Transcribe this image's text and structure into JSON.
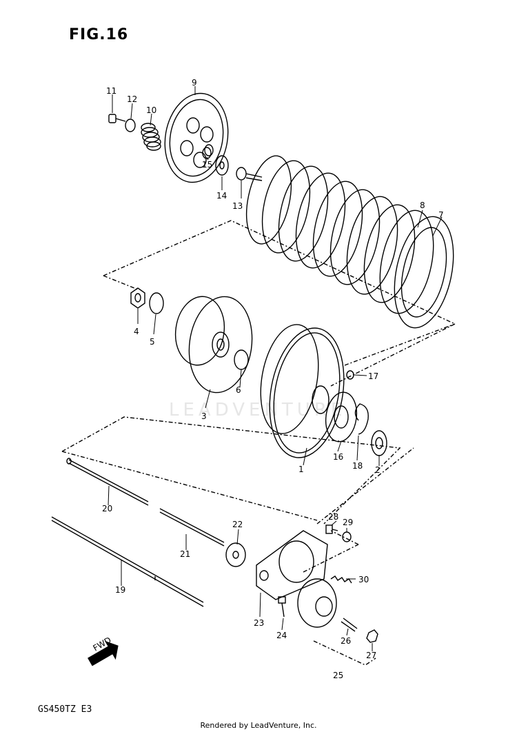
{
  "title": "FIG.16",
  "model_code": "GS450TZ  E3",
  "footer": "Rendered by LeadVenture, Inc.",
  "watermark": "LEADVENTURE",
  "fwd_label": "FWD",
  "callouts": [
    "1",
    "2",
    "3",
    "4",
    "5",
    "6",
    "7",
    "8",
    "9",
    "10",
    "11",
    "12",
    "13",
    "14",
    "15",
    "16",
    "17",
    "18",
    "19",
    "20",
    "21",
    "22",
    "23",
    "24",
    "25",
    "26",
    "27",
    "28",
    "29",
    "30"
  ]
}
